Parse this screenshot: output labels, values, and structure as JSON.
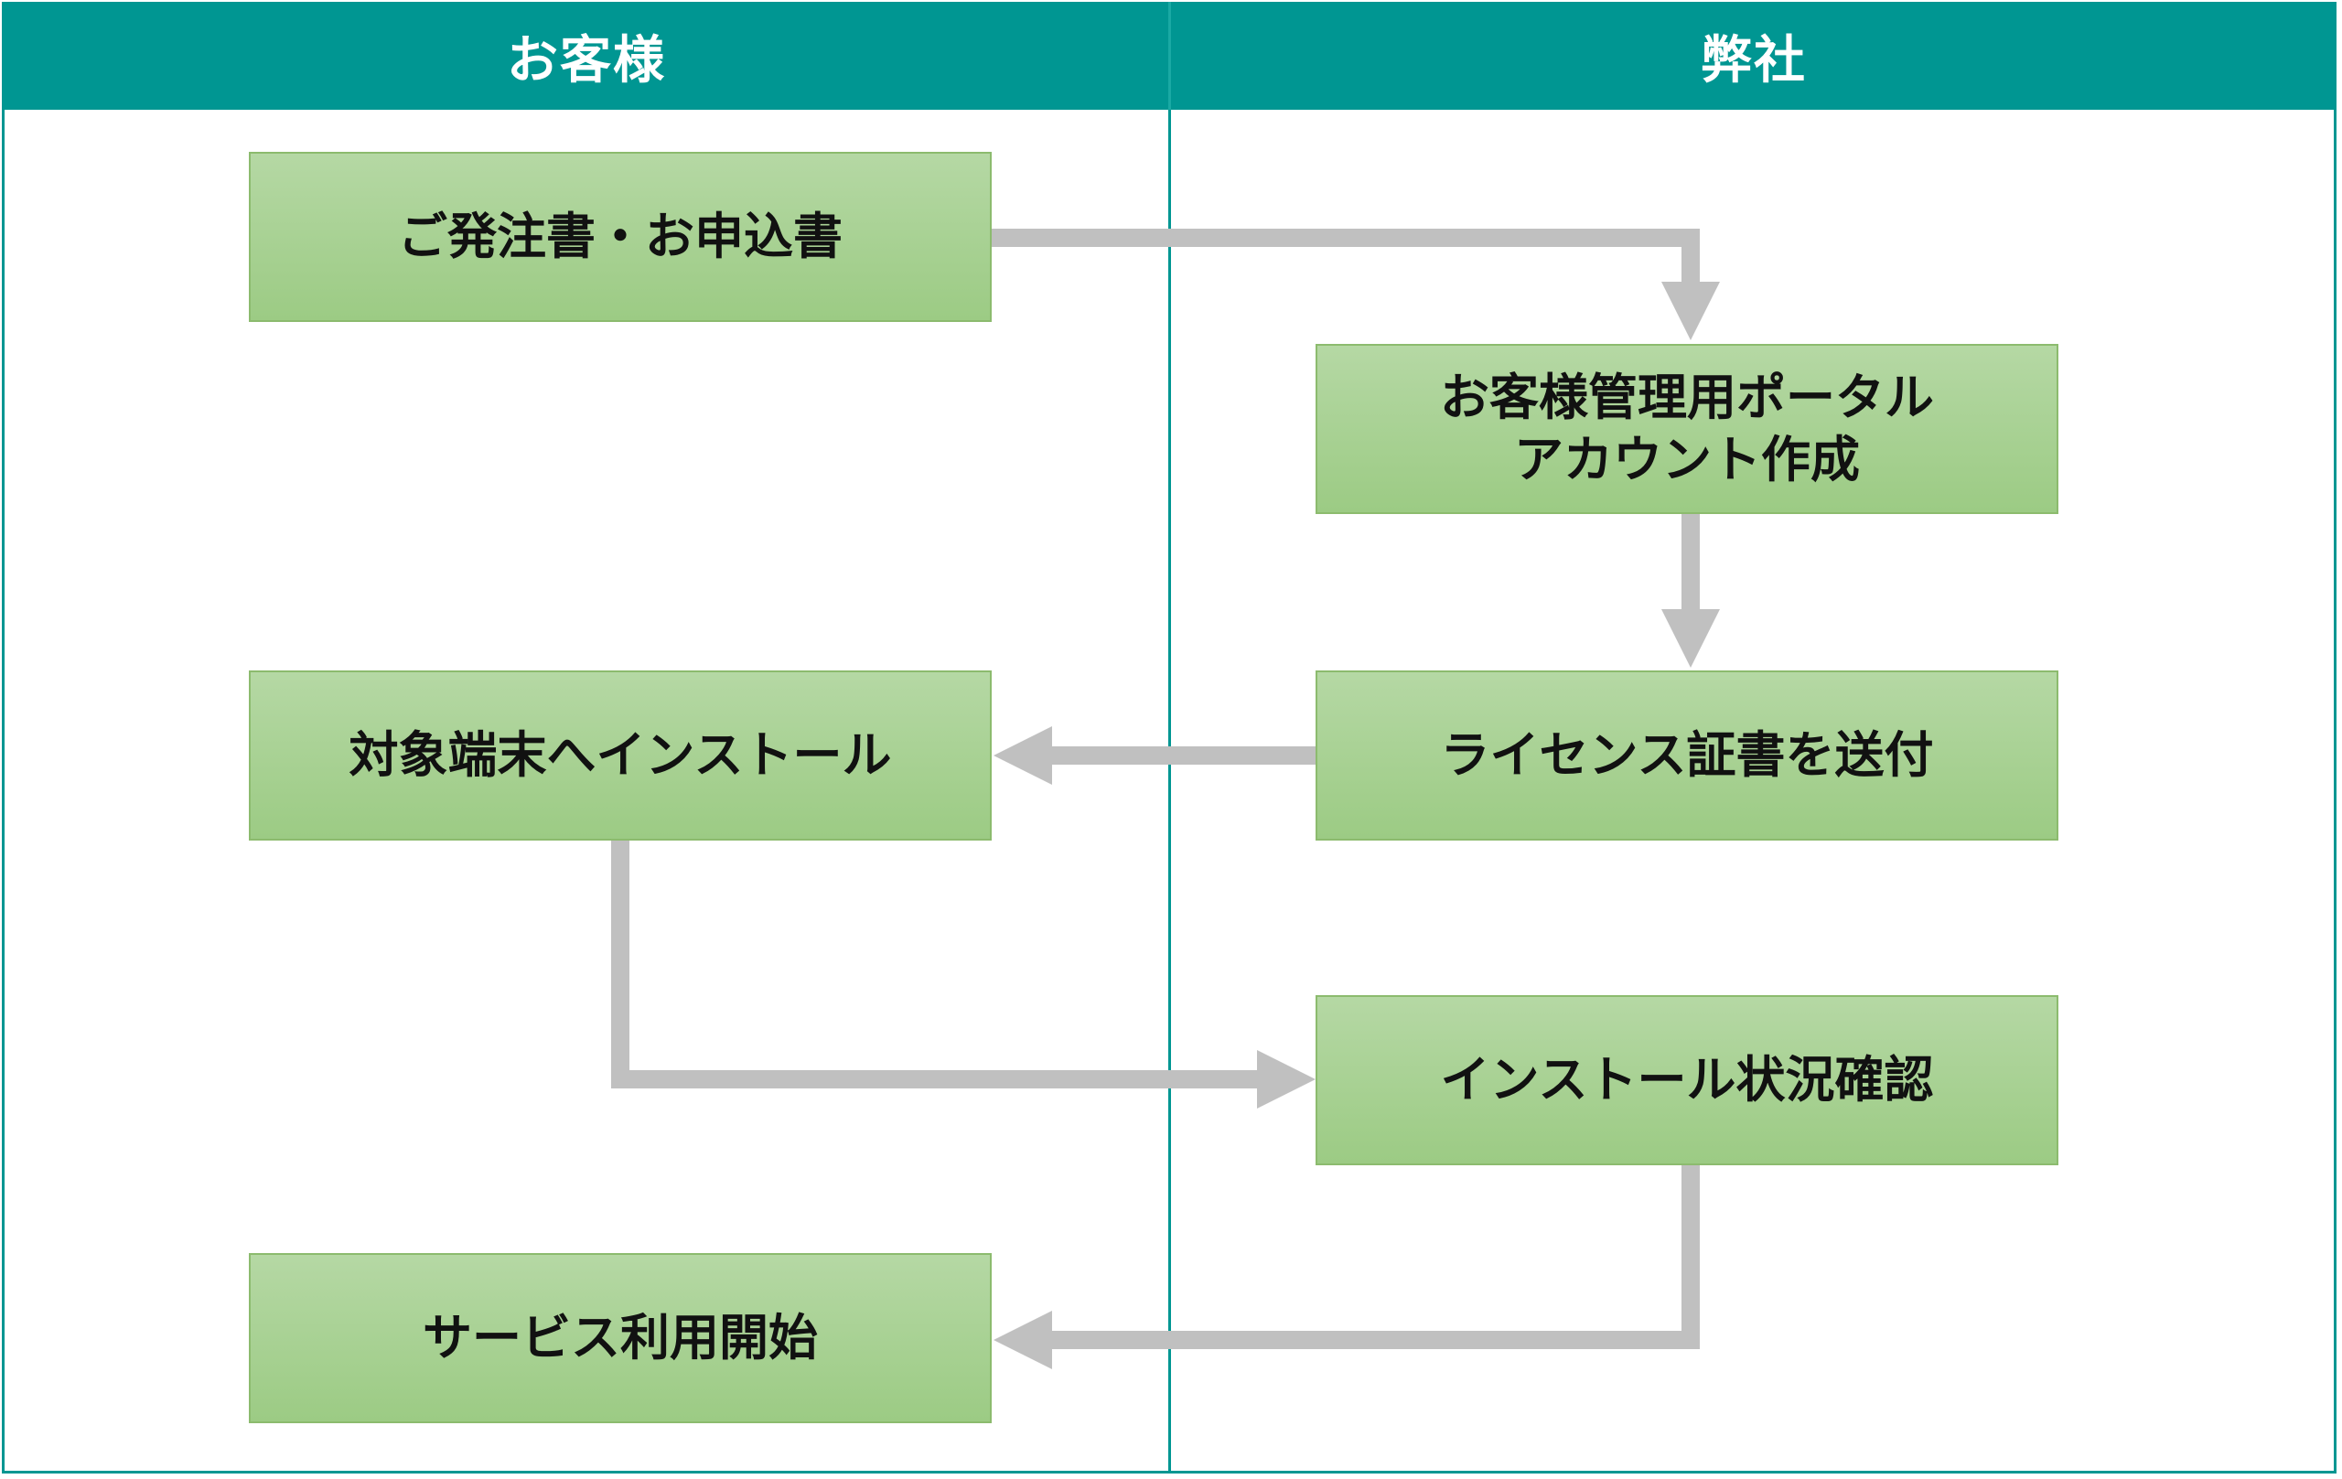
{
  "lanes": {
    "customer": "お客様",
    "company": "弊社"
  },
  "steps": {
    "order": "ご発注書・お申込書",
    "account": "お客様管理用ポータル\nアカウント作成",
    "license": "ライセンス証書を送付",
    "install": "対象端末へインストール",
    "check": "インストール状況確認",
    "start": "サービス利用開始"
  },
  "colors": {
    "header": "#009692",
    "box_fill": "#a8d295",
    "box_border": "#8cbb6e",
    "arrow": "#c0c0c0"
  }
}
